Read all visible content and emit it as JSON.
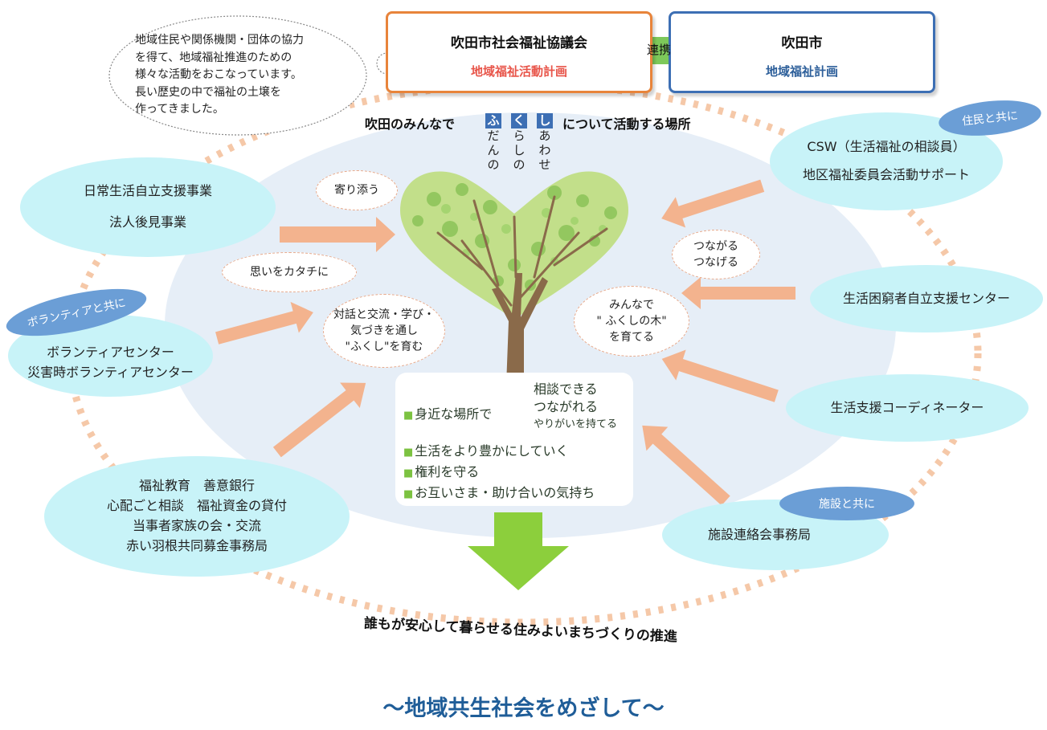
{
  "header": {
    "council": {
      "name": "吹田市社会福祉協議会",
      "plan": "地域福祉活動計画",
      "plan_color": "#e8554a"
    },
    "link_label": "連携",
    "city": {
      "name": "吹田市",
      "plan": "地域福祉計画",
      "plan_color": "#2d5f9a"
    }
  },
  "thought_bubble": {
    "lines": [
      "地域住民や関係機関・団体の協力",
      "を得て、地域福祉推進のための",
      "様々な活動をおこなっています。",
      "長い歴史の中で福祉の土壌を",
      "作ってきました。"
    ]
  },
  "slogan": {
    "prefix": "吹田のみんなで",
    "suffix": "について活動する場所",
    "kana": [
      {
        "highlight": "ふ",
        "rest": [
          "だ",
          "ん",
          "の"
        ]
      },
      {
        "highlight": "く",
        "rest": [
          "ら",
          "し",
          "の"
        ]
      },
      {
        "highlight": "し",
        "rest": [
          "あ",
          "わ",
          "せ"
        ]
      }
    ]
  },
  "activities": {
    "daily_support": [
      "日常生活自立支援事業",
      "法人後見事業"
    ],
    "volunteer": [
      "ボランティアセンター",
      "災害時ボランティアセンター"
    ],
    "welfare_edu": [
      "福祉教育　善意銀行",
      "心配ごと相談　福祉資金の貸付",
      "当事者家族の会・交流",
      "赤い羽根共同募金事務局"
    ],
    "csw": [
      "CSW（生活福祉の相談員）",
      "地区福祉委員会活動サポート"
    ],
    "poverty": [
      "生活困窮者自立支援センター"
    ],
    "coordinator": [
      "生活支援コーディネーター"
    ],
    "facility": [
      "施設連絡会事務局"
    ]
  },
  "tags": {
    "residents": "住民と共に",
    "volunteers": "ボランティアと共に",
    "facilities": "施設と共に"
  },
  "keywords": {
    "yorisou": [
      "寄り添う"
    ],
    "omoi": [
      "思いをカタチに"
    ],
    "taiwa": [
      "対話と交流・学び・",
      "気づきを通し",
      "\"ふくし\"を育む"
    ],
    "tsunagaru": [
      "つながる",
      "つなげる"
    ],
    "minna": [
      "みんなで",
      "\" ふくしの木\"",
      "を育てる"
    ]
  },
  "center_box": {
    "lead": "身近な場所で",
    "brace_items": [
      "相談できる",
      "つながれる",
      "やりがいを持てる"
    ],
    "bullets": [
      "生活をより豊かにしていく",
      "権利を守る",
      "お互いさま・助け合いの気持ち"
    ]
  },
  "bottom": {
    "goal": "誰もが安心して暮らせる住みよいまちづくりの推進",
    "title": "～地域共生社会をめざして～"
  },
  "colors": {
    "bubble_fill": "#c8f3f8",
    "arrow": "#f3b38e",
    "dotted_ring": "#f5c8a8",
    "tag_fill": "#6b9ed6",
    "green_arrow": "#8ccf3c",
    "title": "#1f5d98",
    "council_border": "#e8843b",
    "city_border": "#3d6fb4",
    "link_arrow": "#7dc85a"
  }
}
